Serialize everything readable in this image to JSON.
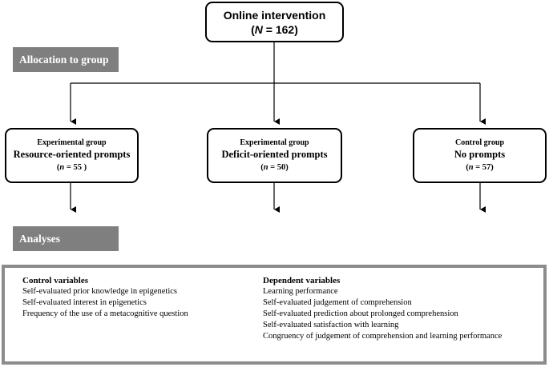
{
  "top_box": {
    "title": "Online intervention",
    "n_label": "N",
    "n_value": "= 162)",
    "n_open": "("
  },
  "stages": {
    "allocation": "Allocation to group",
    "analyses": "Analyses"
  },
  "groups": [
    {
      "type": "Experimental group",
      "name": "Resource-oriented prompts",
      "n_open": "(",
      "n_label": "n",
      "n_value": "= 55 )"
    },
    {
      "type": "Experimental group",
      "name": "Deficit-oriented prompts",
      "n_open": "(",
      "n_label": "n",
      "n_value": "= 50)"
    },
    {
      "type": "Control group",
      "name": "No prompts",
      "n_open": "(",
      "n_label": "n",
      "n_value": "= 57)"
    }
  ],
  "control_variables": {
    "heading": "Control variables",
    "items": [
      "Self-evaluated prior knowledge in epigenetics",
      "Self-evaluated interest in epigenetics",
      "Frequency of the use of a metacognitive question"
    ]
  },
  "dependent_variables": {
    "heading": "Dependent variables",
    "items": [
      "Learning performance",
      "Self-evaluated judgement of comprehension",
      "Self-evaluated prediction about prolonged comprehension",
      "Self-evaluated satisfaction with learning",
      "Congruency of judgement of comprehension and learning performance"
    ]
  }
}
